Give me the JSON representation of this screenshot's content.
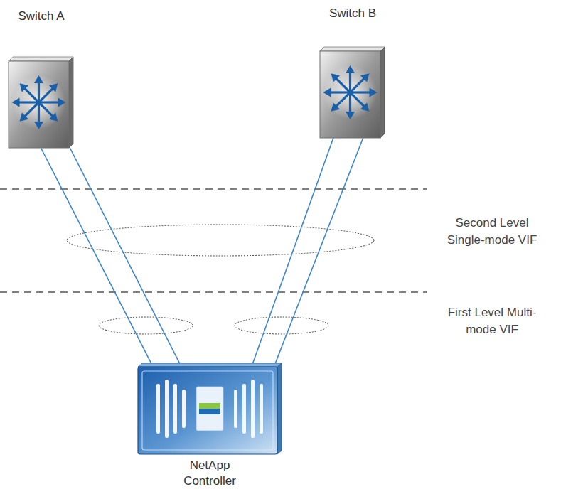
{
  "diagram": {
    "nodes": [
      {
        "text": [
          "Switch A"
        ]
      },
      {
        "text": [
          "Switch B"
        ]
      },
      {
        "text": [
          "NetApp Controller"
        ]
      }
    ],
    "edges": [
      {
        "from": 0,
        "to": 2,
        "arrow": "none"
      },
      {
        "from": 0,
        "to": 2,
        "arrow": "none"
      },
      {
        "from": 1,
        "to": 2,
        "arrow": "none"
      },
      {
        "from": 1,
        "to": 2,
        "arrow": "none"
      }
    ],
    "labels": [
      "Second Level Single-mode VIF",
      "First Level Multi-mode VIF"
    ]
  }
}
